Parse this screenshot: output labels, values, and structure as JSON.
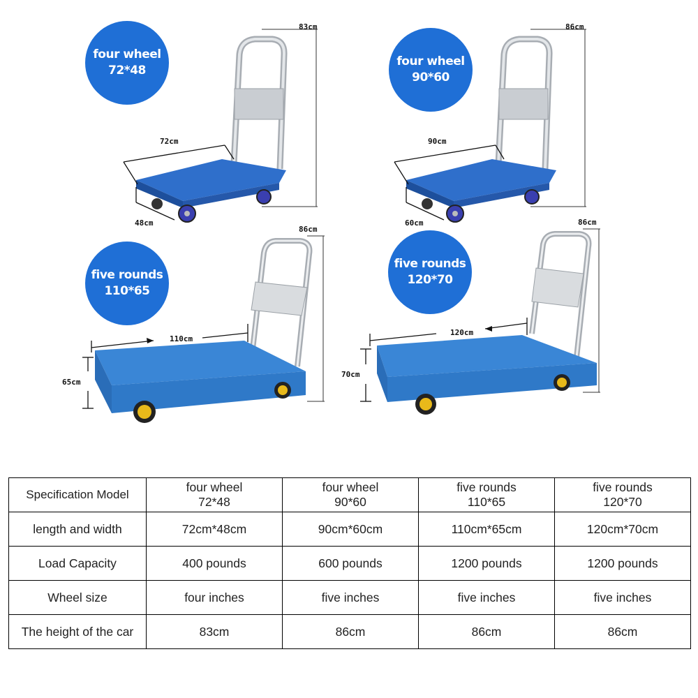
{
  "products": [
    {
      "badge_line1": "four wheel",
      "badge_line2": "72*48",
      "height_label": "83cm",
      "length_label": "72cm",
      "width_label": "48cm"
    },
    {
      "badge_line1": "four  wheel",
      "badge_line2": "90*60",
      "height_label": "86cm",
      "length_label": "90cm",
      "width_label": "60cm"
    },
    {
      "badge_line1": "five rounds",
      "badge_line2": "110*65",
      "height_label": "86cm",
      "length_label": "110cm",
      "width_label": "65cm"
    },
    {
      "badge_line1": "five rounds",
      "badge_line2": "120*70",
      "height_label": "86cm",
      "length_label": "120cm",
      "width_label": "70cm"
    }
  ],
  "colors": {
    "badge": "#1f6fd6",
    "deck": "#2f6fcb",
    "deck_dark": "#1d4f9c",
    "handle": "#c9cdd2",
    "wheel_small": "#3a3fb0",
    "wheel_large": "#e8b91a"
  },
  "table": {
    "header": {
      "label": "Specification Model",
      "models": [
        {
          "line1": "four wheel",
          "line2": "72*48"
        },
        {
          "line1": "four wheel",
          "line2": "90*60"
        },
        {
          "line1": "five rounds",
          "line2": "110*65"
        },
        {
          "line1": "five rounds",
          "line2": "120*70"
        }
      ]
    },
    "rows": [
      {
        "label": "length and width",
        "values": [
          "72cm*48cm",
          "90cm*60cm",
          "110cm*65cm",
          "120cm*70cm"
        ]
      },
      {
        "label": "Load Capacity",
        "values": [
          "400 pounds",
          "600 pounds",
          "1200 pounds",
          "1200 pounds"
        ]
      },
      {
        "label": "Wheel size",
        "values": [
          "four inches",
          "five inches",
          "five inches",
          "five inches"
        ]
      },
      {
        "label": "The height of the car",
        "values": [
          "83cm",
          "86cm",
          "86cm",
          "86cm"
        ]
      }
    ]
  }
}
